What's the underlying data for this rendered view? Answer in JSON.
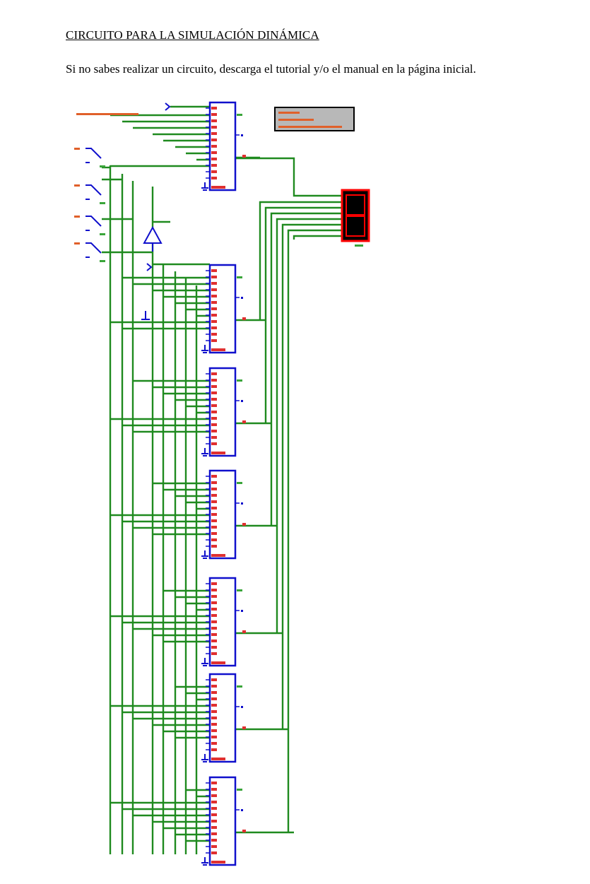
{
  "document": {
    "title": "CIRCUITO PARA LA SIMULACIÓN DINÁMICA",
    "paragraph": "Si no sabes realizar un circuito, descarga el tutorial y/o el manual en la página inicial."
  },
  "schematic": {
    "colors": {
      "wire": "#1f8a1f",
      "component": "#1010cc",
      "pin": "#e03030",
      "label_red": "#e0602a",
      "label_green": "#3aa53a",
      "display_frame": "#ff0000",
      "display_fill": "#000000",
      "panel_fill": "#b8b8b8"
    },
    "components": {
      "chips": 7,
      "switches": 4,
      "clock_sources": 2,
      "seven_segment_display": 1,
      "buffer": 1
    },
    "icons": [
      "switch-icon",
      "ground-icon",
      "clock-source-icon",
      "buffer-icon",
      "seven-segment-display-icon"
    ]
  }
}
